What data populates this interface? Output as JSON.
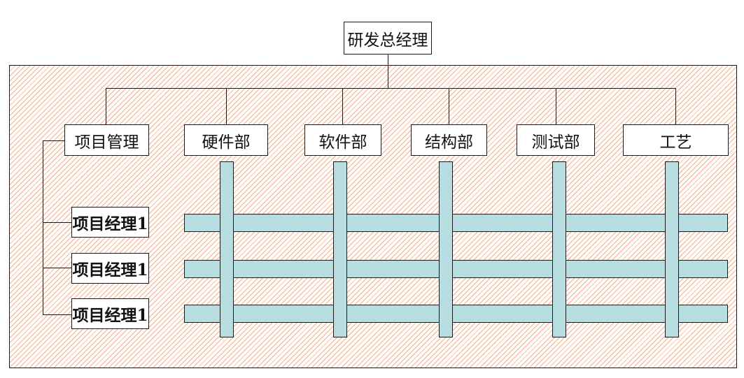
{
  "title": "研发总经理",
  "pm_box": "项目管理",
  "departments": [
    "硬件部",
    "软件部",
    "结构部",
    "测试部",
    "工艺"
  ],
  "project_managers": [
    "项目经理1",
    "项目经理1",
    "项目经理1"
  ],
  "colors": {
    "hatch": "#f0a078",
    "bar_fill": "#b7dde1",
    "line": "#1a1a1a"
  }
}
